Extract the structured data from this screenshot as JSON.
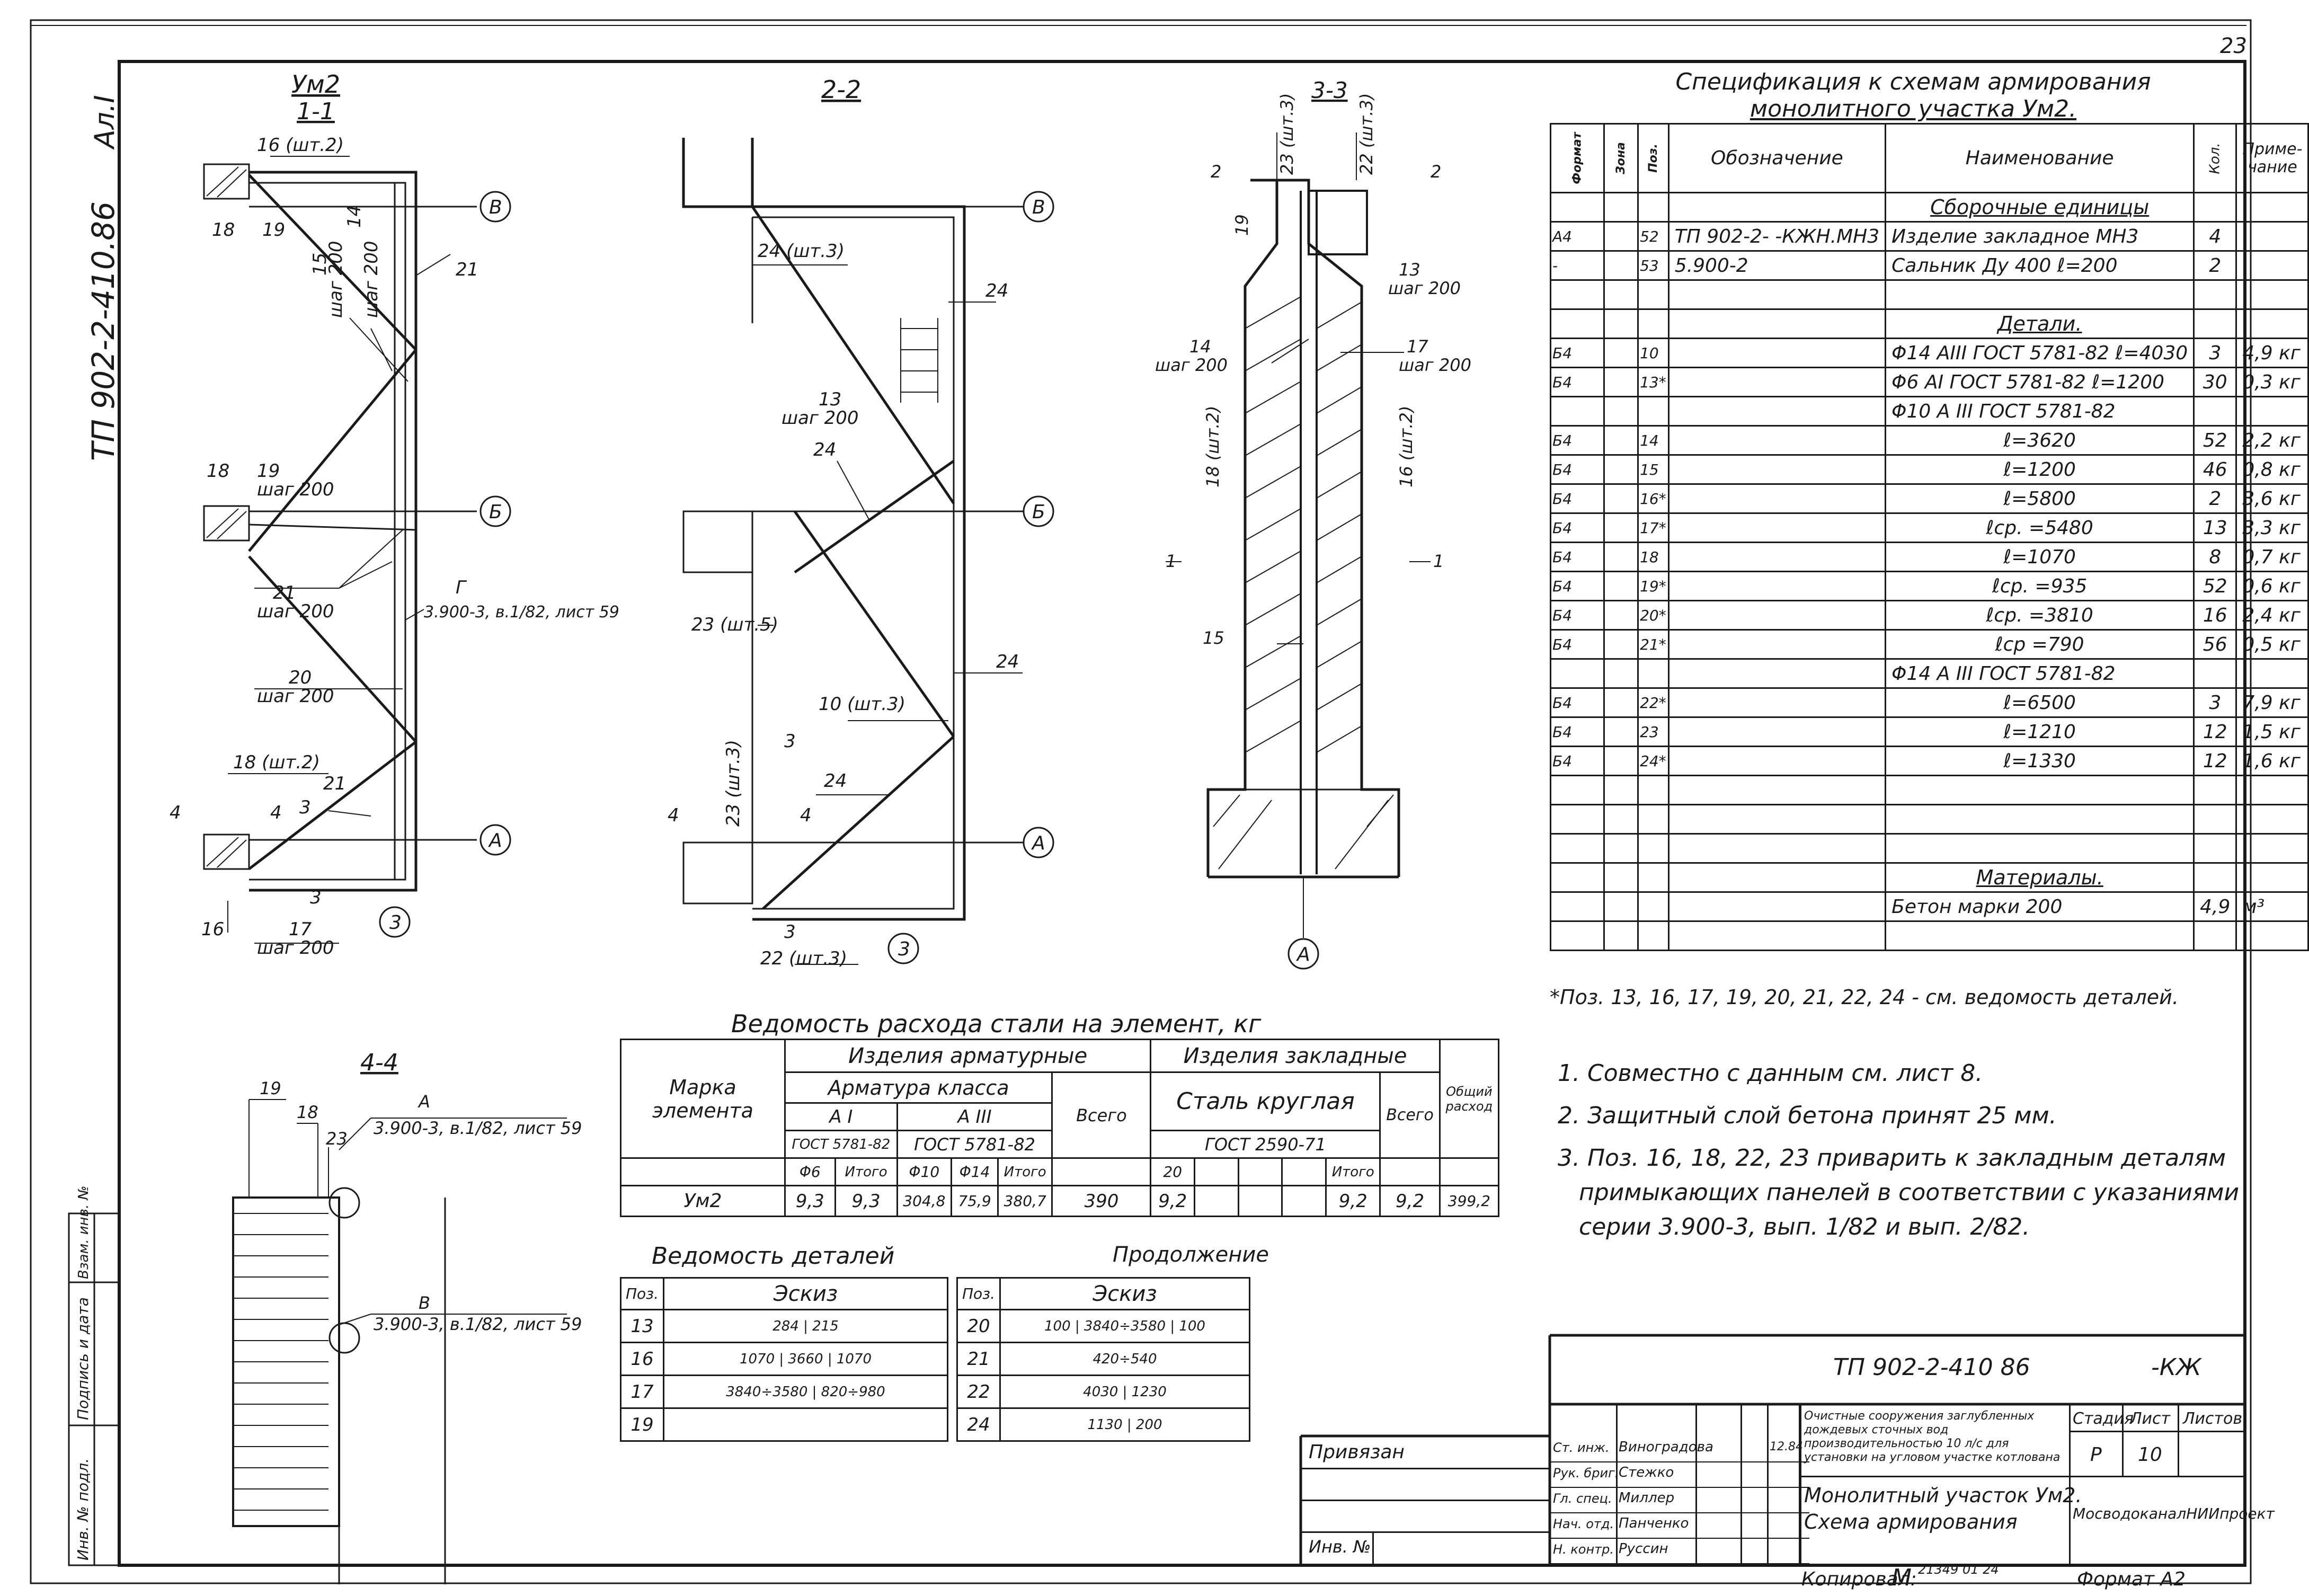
{
  "page": {
    "sheet_number_corner": "23",
    "left_code_vertical": "ТП 902-2-410.86",
    "album_vertical": "Ал.I",
    "format": "Формат А2",
    "copied_by": "Копировал:",
    "copied_signature": "М",
    "stamp_number": "21349 01 24"
  },
  "drawing_labels": {
    "view_1": {
      "title": "Ум2",
      "subtitle": "1-1"
    },
    "view_2": {
      "title": "2-2"
    },
    "view_3": {
      "title": "3-3"
    },
    "view_4": {
      "title": "4-4"
    },
    "axes": {
      "a": "А",
      "b": "Б",
      "v": "В",
      "three": "3"
    },
    "view1_annotations": [
      "16 (шт.2)",
      "18",
      "19",
      "21",
      "15",
      "шаг 200",
      "14",
      "шаг 200",
      "18",
      "19",
      "шаг 200",
      "21",
      "шаг 200",
      "Г",
      "3.900-3, в.1/82, лист 59",
      "20",
      "шаг 200",
      "18 (шт.2)",
      "21",
      "4",
      "4",
      "3",
      "16",
      "17",
      "шаг 200",
      "3"
    ],
    "view2_annotations": [
      "24 (шт.3)",
      "24",
      "13",
      "шаг 200",
      "24",
      "23 (шт.5)",
      "10 (шт.3)",
      "24",
      "3",
      "4",
      "4",
      "23 (шт.3)",
      "24",
      "3",
      "22 (шт.3)"
    ],
    "view3_annotations": [
      "23 (шт.3)",
      "22 (шт.3)",
      "2",
      "2",
      "19",
      "13",
      "шаг 200",
      "14",
      "шаг 200",
      "17",
      "шаг 200",
      "18 (шт.2)",
      "16 (шт.2)",
      "1",
      "1",
      "15"
    ],
    "view4_annotations": [
      "19",
      "18",
      "23",
      "А",
      "3.900-3, в.1/82, лист 59",
      "В",
      "3.900-3, в.1/82, лист 59"
    ]
  },
  "spec": {
    "title_line1": "Спецификация к схемам армирования",
    "title_line2": "монолитного участка Ум2.",
    "headers": [
      "Формат",
      "Зона",
      "Поз.",
      "Обозначение",
      "Наименование",
      "Кол.",
      "Примечание"
    ],
    "header_note": "Приме-\nчание",
    "rows": [
      {
        "fmt": "",
        "zone": "",
        "pos": "",
        "desig": "",
        "name": "Сборочные единицы",
        "qty": "",
        "note": "",
        "section": true
      },
      {
        "fmt": "А4",
        "zone": "",
        "pos": "52",
        "desig": "ТП 902-2-   -КЖН.МН3",
        "name": "Изделие закладное МН3",
        "qty": "4",
        "note": ""
      },
      {
        "fmt": "-",
        "zone": "",
        "pos": "53",
        "desig": "5.900-2",
        "name": "Сальник Ду 400 ℓ=200",
        "qty": "2",
        "note": ""
      },
      {
        "fmt": "",
        "zone": "",
        "pos": "",
        "desig": "",
        "name": "",
        "qty": "",
        "note": ""
      },
      {
        "fmt": "",
        "zone": "",
        "pos": "",
        "desig": "",
        "name": "Детали.",
        "qty": "",
        "note": "",
        "section": true
      },
      {
        "fmt": "Б4",
        "zone": "",
        "pos": "10",
        "desig": "",
        "name": "Φ14 АIII ГОСТ 5781-82 ℓ=4030",
        "qty": "3",
        "note": "4,9 кг"
      },
      {
        "fmt": "Б4",
        "zone": "",
        "pos": "13*",
        "desig": "",
        "name": "Φ6 АI ГОСТ 5781-82 ℓ=1200",
        "qty": "30",
        "note": "0,3 кг"
      },
      {
        "fmt": "",
        "zone": "",
        "pos": "",
        "desig": "",
        "name": "Φ10 А III ГОСТ 5781-82",
        "qty": "",
        "note": ""
      },
      {
        "fmt": "Б4",
        "zone": "",
        "pos": "14",
        "desig": "",
        "name": "ℓ=3620",
        "qty": "52",
        "note": "2,2 кг"
      },
      {
        "fmt": "Б4",
        "zone": "",
        "pos": "15",
        "desig": "",
        "name": "ℓ=1200",
        "qty": "46",
        "note": "0,8 кг"
      },
      {
        "fmt": "Б4",
        "zone": "",
        "pos": "16*",
        "desig": "",
        "name": "ℓ=5800",
        "qty": "2",
        "note": "3,6 кг"
      },
      {
        "fmt": "Б4",
        "zone": "",
        "pos": "17*",
        "desig": "",
        "name": "ℓср. =5480",
        "qty": "13",
        "note": "3,3 кг"
      },
      {
        "fmt": "Б4",
        "zone": "",
        "pos": "18",
        "desig": "",
        "name": "ℓ=1070",
        "qty": "8",
        "note": "0,7 кг"
      },
      {
        "fmt": "Б4",
        "zone": "",
        "pos": "19*",
        "desig": "",
        "name": "ℓср. =935",
        "qty": "52",
        "note": "0,6 кг"
      },
      {
        "fmt": "Б4",
        "zone": "",
        "pos": "20*",
        "desig": "",
        "name": "ℓср. =3810",
        "qty": "16",
        "note": "2,4 кг"
      },
      {
        "fmt": "Б4",
        "zone": "",
        "pos": "21*",
        "desig": "",
        "name": "ℓср =790",
        "qty": "56",
        "note": "0,5 кг"
      },
      {
        "fmt": "",
        "zone": "",
        "pos": "",
        "desig": "",
        "name": "Φ14 А III ГОСТ 5781-82",
        "qty": "",
        "note": ""
      },
      {
        "fmt": "Б4",
        "zone": "",
        "pos": "22*",
        "desig": "",
        "name": "ℓ=6500",
        "qty": "3",
        "note": "7,9 кг"
      },
      {
        "fmt": "Б4",
        "zone": "",
        "pos": "23",
        "desig": "",
        "name": "ℓ=1210",
        "qty": "12",
        "note": "1,5 кг"
      },
      {
        "fmt": "Б4",
        "zone": "",
        "pos": "24*",
        "desig": "",
        "name": "ℓ=1330",
        "qty": "12",
        "note": "1,6 кг"
      },
      {
        "fmt": "",
        "zone": "",
        "pos": "",
        "desig": "",
        "name": "",
        "qty": "",
        "note": ""
      },
      {
        "fmt": "",
        "zone": "",
        "pos": "",
        "desig": "",
        "name": "",
        "qty": "",
        "note": ""
      },
      {
        "fmt": "",
        "zone": "",
        "pos": "",
        "desig": "",
        "name": "",
        "qty": "",
        "note": ""
      },
      {
        "fmt": "",
        "zone": "",
        "pos": "",
        "desig": "",
        "name": "Материалы.",
        "qty": "",
        "note": "",
        "section": true
      },
      {
        "fmt": "",
        "zone": "",
        "pos": "",
        "desig": "",
        "name": "Бетон марки 200",
        "qty": "4,9",
        "note": "м³"
      },
      {
        "fmt": "",
        "zone": "",
        "pos": "",
        "desig": "",
        "name": "",
        "qty": "",
        "note": ""
      }
    ],
    "footnote": "*Поз. 13, 16, 17, 19, 20, 21, 22, 24 - см. ведомость деталей."
  },
  "notes": [
    "1. Совместно с данным см. лист 8.",
    "2. Защитный слой бетона принят 25 мм.",
    "3. Поз. 16, 18, 22, 23 приварить к закладным деталям",
    "примыкающих панелей в соответствии с указаниями",
    "серии 3.900-3, вып. 1/82 и вып. 2/82."
  ],
  "steel_table": {
    "title": "Ведомость расхода стали на элемент, кг",
    "h_izd_arm": "Изделия арматурные",
    "h_izd_zakl": "Изделия закладные",
    "h_marka": "Марка элемента",
    "h_arm_class": "Арматура класса",
    "h_stal": "Сталь круглая",
    "h_ai": "А I",
    "h_aiii": "А III",
    "h_gost1": "ГОСТ 5781-82",
    "h_gost2": "ГОСТ 5781-82",
    "h_gost3": "ГОСТ 2590-71",
    "h_vsego": "Всего",
    "h_vsego2": "Всего",
    "h_obshchiy": "Общий расход",
    "h_f6": "Φ6",
    "h_itogo1": "Итого",
    "h_f10": "Φ10",
    "h_f14": "Φ14",
    "h_itogo2": "Итого",
    "h_20": "20",
    "h_itogo3": "Итого",
    "row": {
      "mark": "Ум2",
      "f6": "9,3",
      "itogo1": "9,3",
      "f10": "304,8",
      "f14": "75,9",
      "itogo2": "380,7",
      "vsego": "390",
      "s20": "9,2",
      "itogo3": "9,2",
      "vsego2": "9,2",
      "total": "399,2"
    }
  },
  "details_table": {
    "title": "Ведомость деталей",
    "continuation_title": "Продолжение",
    "h_pos": "Поз.",
    "h_sketch": "Эскиз",
    "left_rows": [
      {
        "pos": "13",
        "sketch": "284 | 215"
      },
      {
        "pos": "16",
        "sketch": "1070 | 3660 | 1070"
      },
      {
        "pos": "17",
        "sketch": "3840÷3580  |  820÷980"
      },
      {
        "pos": "19",
        "sketch": ""
      }
    ],
    "right_rows": [
      {
        "pos": "20",
        "sketch": "100 | 3840÷3580 | 100"
      },
      {
        "pos": "21",
        "sketch": "420÷540"
      },
      {
        "pos": "22",
        "sketch": "4030 | 1230"
      },
      {
        "pos": "24",
        "sketch": "1130 | 200"
      }
    ]
  },
  "title_block": {
    "code": "ТП 902-2-410 86",
    "suffix": "-КЖ",
    "privyazan": "Привязан",
    "inv_no": "Инв. №",
    "roles": [
      {
        "role": "Ст. инж.",
        "name": "Виноградова",
        "date": "12.84"
      },
      {
        "role": "Рук. бриг.",
        "name": "Стежко",
        "date": ""
      },
      {
        "role": "Гл. спец.",
        "name": "Миллер",
        "date": ""
      },
      {
        "role": "Нач. отд.",
        "name": "Панченко",
        "date": ""
      },
      {
        "role": "Н. контр.",
        "name": "Руссин",
        "date": ""
      }
    ],
    "project_desc": "Очистные сооружения заглубленных дождевых сточных вод производительностью 10 л/с для установки на угловом участке котлована",
    "element_title_line1": "Монолитный участок Ум2.",
    "element_title_line2": "Схема армирования",
    "h_stage": "Стадия",
    "h_sheet": "Лист",
    "h_sheets": "Листов",
    "stage": "Р",
    "sheet": "10",
    "sheets": "",
    "organization": "МосводоканалНИИпроект"
  },
  "side_stamp": {
    "inv_podl": "Инв. № подл.",
    "podpis": "Подпись и дата",
    "vzam": "Взам. инв. №"
  }
}
